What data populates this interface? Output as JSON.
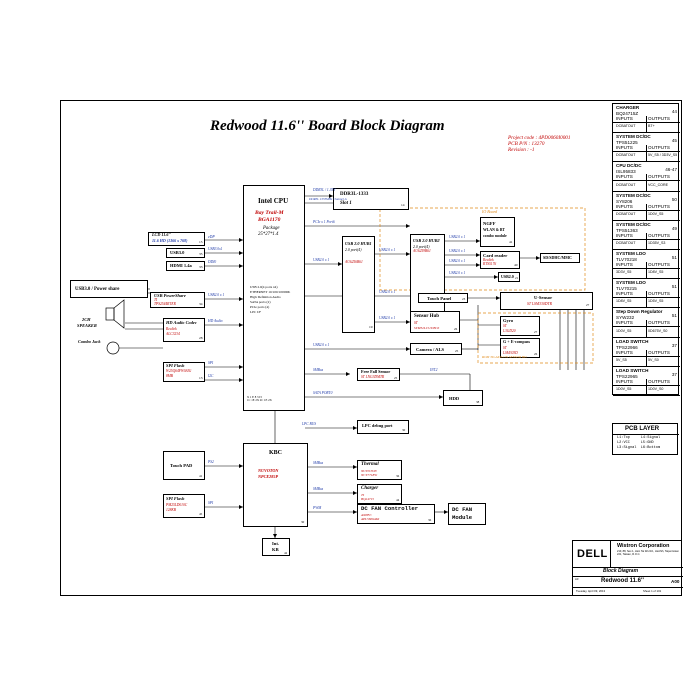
{
  "title": "Redwood 11.6''  Board Block Diagram",
  "project": {
    "code": "Project code : 4PD0060I0001",
    "pcb": "PCB P/N      : 13270",
    "revision": "Revision      : -1"
  },
  "cpu": {
    "name": "Intel CPU",
    "sub": "Bay Trail-M",
    "part": "BGA1170",
    "pkg1": "Package",
    "pkg2": "25*27*1.4",
    "feat": [
      "USB 2.0(4 ports x4)",
      "ETHERNET 10/100/1000Mb",
      "High Definition Audio",
      "SATA ports (2)",
      "PCIe ports (4)",
      "LPC I/F"
    ],
    "pins": "X 1 E 8 3 I3\n1C 1E 2X 2C 1E 2X"
  },
  "ddr": {
    "label": "DDR3L-1333",
    "slot": "Slot 1",
    "n": "14",
    "bus1": "DDR3L / 1.35V",
    "bus2": "DDR3L 1333MHz Channel A"
  },
  "lcd": {
    "l1": "LCD 11.6''",
    "l2": "11.6 HD (1366 x 768)",
    "n": "15"
  },
  "usb3c": {
    "label": "USB3.0",
    "n": "35"
  },
  "hdmi": {
    "label": "HDMI 1.4a",
    "n": "33"
  },
  "usb3ps": {
    "label": "USB3.0 / Power share"
  },
  "usbps": {
    "l1": "USB PowerShare",
    "l2": "TI",
    "l3": "TPS2544RTER",
    "n": "34"
  },
  "audio": {
    "l1": "HD Audio Codec",
    "l2": "Realtek",
    "l3": "ALC3234",
    "n": "28"
  },
  "spk": {
    "l1": "2CH",
    "l2": "SPEAKER"
  },
  "combo": {
    "label": "Combo Jack"
  },
  "spi1": {
    "l1": "SPI Flash",
    "l2": "W25Q64FWSSIG",
    "l3": "8MB",
    "n": "13"
  },
  "hub1": {
    "l1": "USB 2.0 HUB1",
    "l2": "2.0 port(4)",
    "l3": "AU6256B61",
    "n": "19"
  },
  "hub2": {
    "l1": "USB 2.0 HUB2",
    "l2": "2.0 port(4)",
    "l3": "AU6259B61",
    "n": "20"
  },
  "ngff": {
    "l1": "NGFF",
    "l2": "WLAN & BT",
    "l3": "combo module",
    "n": "41"
  },
  "io": {
    "label": "IO Board"
  },
  "card": {
    "l1": "Card reader",
    "l2": "Realtek",
    "l3": "RTS5176",
    "n": "40"
  },
  "sd": {
    "label": "SD/SDHC/MMC"
  },
  "usb2io": {
    "label": "USB2.0",
    "n": "21"
  },
  "touchpanel": {
    "label": "Touch Panel",
    "n": "23"
  },
  "ussensor": {
    "label": "U-Sensor",
    "l2": "ST LSM330DTR",
    "n": "27"
  },
  "sensorhub": {
    "l1": "Sensor Hub",
    "l2": "ST",
    "l3": "STM32L151UBC6",
    "n": "26"
  },
  "camera": {
    "label": "Camera / ALS",
    "n": "25"
  },
  "gyro": {
    "l1": "Gyro",
    "l2": "ST",
    "l3": "L3GD20",
    "n": "27"
  },
  "gmag": {
    "l1": "G + E-compass",
    "l2": "ST",
    "l3": "LSM303D",
    "n": "26"
  },
  "sensorbd": {
    "label": "ROM 3D-AXIS ON SENSOR BD"
  },
  "ffs": {
    "l1": "Free Fall Sensor",
    "l2": "ST LNG3DMTR",
    "n": "25"
  },
  "hdd": {
    "label": "HDD",
    "n": "38"
  },
  "lpcdbg": {
    "label": "LPC debug  port",
    "n": "30"
  },
  "kbc": {
    "name": "KBC",
    "l2": "NUVOTON",
    "l3": "NPCE285P",
    "n": "30"
  },
  "touchpad": {
    "label": "Touch PAD",
    "n": "41"
  },
  "spi2": {
    "l1": "SPI Flash",
    "l2": "PM25LD010C",
    "l3": "128KB",
    "n": "45"
  },
  "thermal": {
    "l1": "Thermal",
    "l2": "NUVOTON",
    "l3": "NCT7718W",
    "n": "36"
  },
  "charger": {
    "l1": "Charger",
    "l2": "TI",
    "l3": "BQ24715",
    "n": "44"
  },
  "fanctl": {
    "l1": "DC FAN Controller",
    "l2": "ANPEC",
    "l3": "APL5606AKI",
    "n": "36"
  },
  "fanmod": {
    "l1": "DC FAN",
    "l2": "Module"
  },
  "intkb": {
    "l1": "Int.",
    "l2": "KB",
    "n": "42"
  },
  "buses": {
    "edp": "eDP",
    "usb3": "USB3.0x1",
    "ddi": "DDI0",
    "usb2": "USB2.0 x 1",
    "hda": "HD Audio",
    "spi": "SPI",
    "i2c": "I2C",
    "pcie": "PCIe x 1  Port6",
    "usb2c": "USB2.0 x 1",
    "usb2d": "USB2.0 x 1",
    "usb2e": "USB2.0 x 1",
    "usb2f": "USB2.0 x 1",
    "usb2g": "USB2.0 x 1",
    "usb2h": "USB2.0 x 1",
    "usb2i": "USB2.0 x 1",
    "usb2j": "USB2.0 x 1",
    "usb2k": "USB2.0 x 1",
    "smbus": "SMBus",
    "intr": "INT2",
    "sata": "SATA PORT0",
    "lpcbus": "LPC BUS",
    "ps2": "PS2",
    "spi2": "SPI",
    "smb2": "SMBus",
    "smb3": "SMBus",
    "pwm": "PWM",
    "usb2io": "USB2.0 x 1"
  },
  "power": {
    "hdr_in": "INPUTS",
    "hdr_out": "OUTPUTS",
    "rows": [
      {
        "name": "CHARGER",
        "sub": "BQ24715Z",
        "pg": "44",
        "in": "DCBATOUT",
        "out": "BT+"
      },
      {
        "name": "SYSTEM DC/DC",
        "sub": "TPS51225",
        "pg": "45",
        "in": "DCBATOUT",
        "out": "5V_S5 / 3D3V_S5"
      },
      {
        "name": "CPU DC/DC",
        "sub": "ISL95833",
        "pg": "46-47",
        "in": "DCBATOUT",
        "out": "VCC_CORE"
      },
      {
        "name": "SYSTEM DC/DC",
        "sub": "SY8206",
        "pg": "50",
        "in": "DCBATOUT",
        "out": "1D0V_S5"
      },
      {
        "name": "SYSTEM DC/DC",
        "sub": "TPS51363",
        "pg": "49",
        "in": "DCBATOUT",
        "out": "1D35V_S3"
      },
      {
        "name": "SYSTEM LDO",
        "sub": "TLV70218",
        "pg": "51",
        "in": "3D3V_S5",
        "out": "1D8V_S5"
      },
      {
        "name": "SYSTEM LDO",
        "sub": "TLV70215",
        "pg": "51",
        "in": "1D8V_S5",
        "out": "1D5V_S5"
      },
      {
        "name": "Step Down Regulator",
        "sub": "SYW232",
        "pg": "51",
        "in": "1D0V_S5",
        "out": "0D675V_S0"
      },
      {
        "name": "LOAD SWITCH",
        "sub": "TPS22966",
        "pg": "37",
        "in": "5V_S5",
        "out": "5V_S0"
      },
      {
        "name": "LOAD SWITCH",
        "sub": "TPS22965",
        "pg": "37",
        "in": "1D0V_S5",
        "out": "1D0V_S0"
      }
    ]
  },
  "pcb": {
    "title": "PCB LAYER",
    "rows": [
      "L1:Top     L4:Signal",
      "L2:VCC     L5:GND",
      "L3:Signal  L6:Bottom"
    ]
  },
  "titleblock": {
    "company": "Wistron Corporation",
    "addr": "21F, 88, Sec.1, Hsin Tai Wu Rd., Hsichih, Taipei Hsien 221, Taiwan, R.O.C.",
    "logo": "DELL",
    "title": "Block Diagram",
    "doc": "Redwood 11.6''",
    "rev": "A00",
    "date": "Tuesday, April 09, 2013",
    "size": "A3",
    "sheet": "Sheet  1  of  101"
  }
}
